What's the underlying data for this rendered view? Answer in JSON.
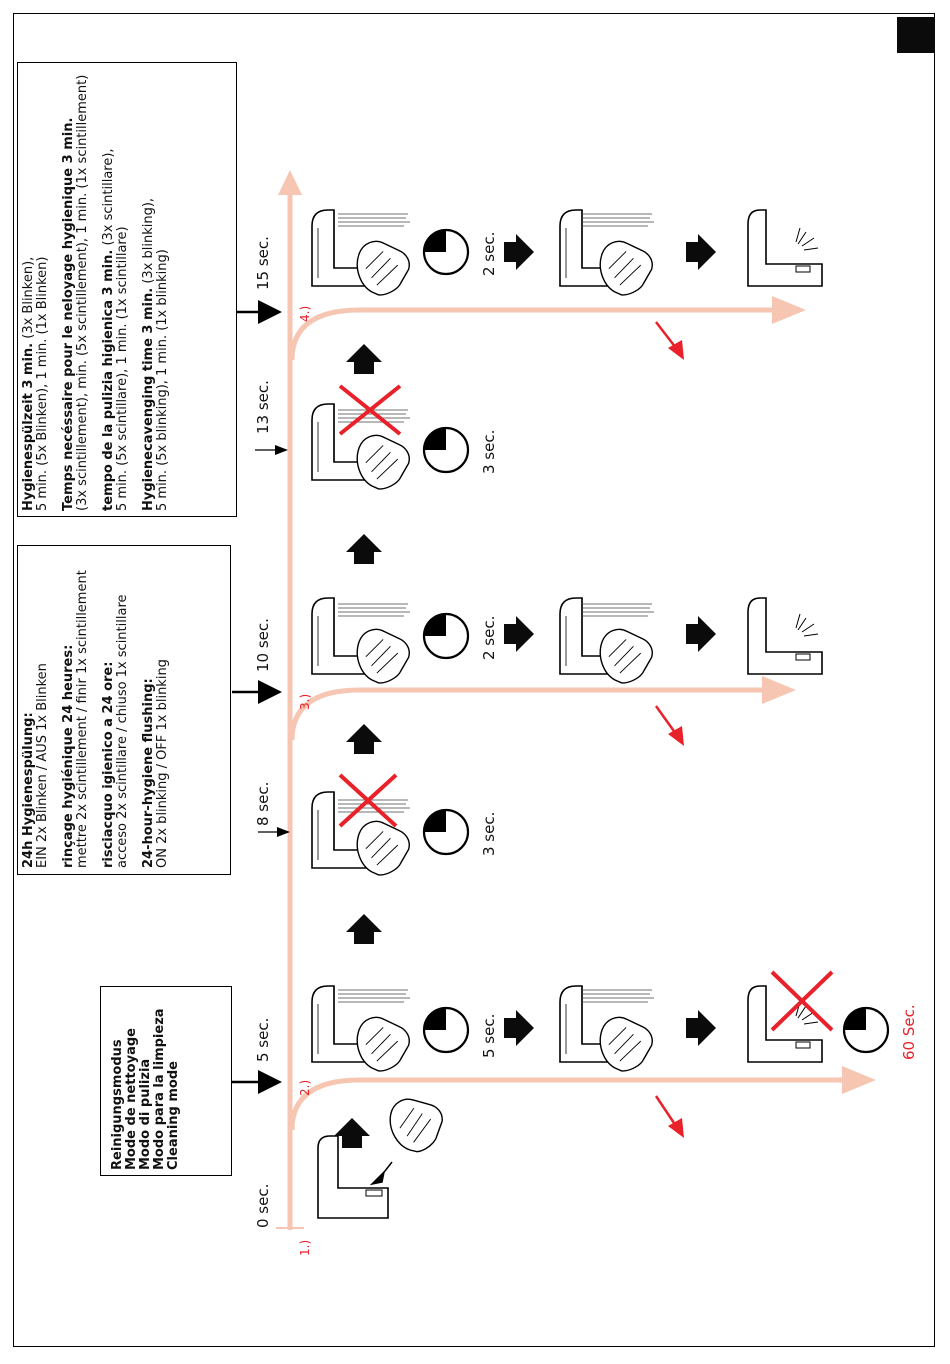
{
  "legend_cleaning": {
    "lines": [
      "Reinigungsmodus",
      "Mode de nettoyage",
      "Modo di pulizia",
      "Modo para la limpieza",
      "Cleaning mode"
    ]
  },
  "legend_24h": {
    "de_title": "24h Hygienespülung:",
    "de_text": "EIN 2x Blinken / AUS  1x Blinken",
    "fr_title": "rinçage hygiénique 24 heures:",
    "fr_text": "mettre 2x scintillement / finir 1x scintillement",
    "it_title": "risciacquo igienico a 24 ore:",
    "it_text": "acceso 2x scintillare / chiuso  1x scintillare",
    "en_title": "24-hour-hygiene flushing:",
    "en_text": "ON 2x blinking / OFF 1x blinking"
  },
  "legend_hyg3": {
    "de_title": "Hygienespülzeit 3 min.",
    "de_title_rest": " (3x Blinken),",
    "de_text": "5 min. (5x Blinken), 1 min. (1x Blinken)",
    "fr_title": "Temps necéssaire pour le neloyage hygienique 3 min.",
    "fr_text": "(3x scintillement),  min. (5x scintillement), 1 min. (1x scintillement)",
    "it_title": "tempo de la pulizia higienica 3 min.",
    "it_title_rest": " (3x scintillare),",
    "it_text": "5 min. (5x scintillare), 1 min. (1x scintillare)",
    "en_title": "Hygienecavenging time 3 min.",
    "en_title_rest": " (3x blinking),",
    "en_text": "5 min. (5x blinking), 1 min. (1x blinking)"
  },
  "timeline": {
    "ticks": [
      "0 sec.",
      "5 sec.",
      "8 sec.",
      "10 sec.",
      "13 sec.",
      "15 sec."
    ],
    "steps": [
      "1.)",
      "2.)",
      "3.)",
      "4.)"
    ]
  },
  "timers": [
    "5 sec.",
    "60 Sec.",
    "3 sec.",
    "2 sec.",
    "3 sec.",
    "2 sec."
  ],
  "colors": {
    "flow_arrow": "#f6c6b2",
    "flow_arrow_dark": "#f1a98d",
    "red": "#e8212a",
    "black": "#0b0b0b"
  },
  "icons": [
    "faucet-icon",
    "hand-icon",
    "stopwatch-icon",
    "led-blink-icon",
    "cross-icon",
    "arrow-right-icon"
  ]
}
